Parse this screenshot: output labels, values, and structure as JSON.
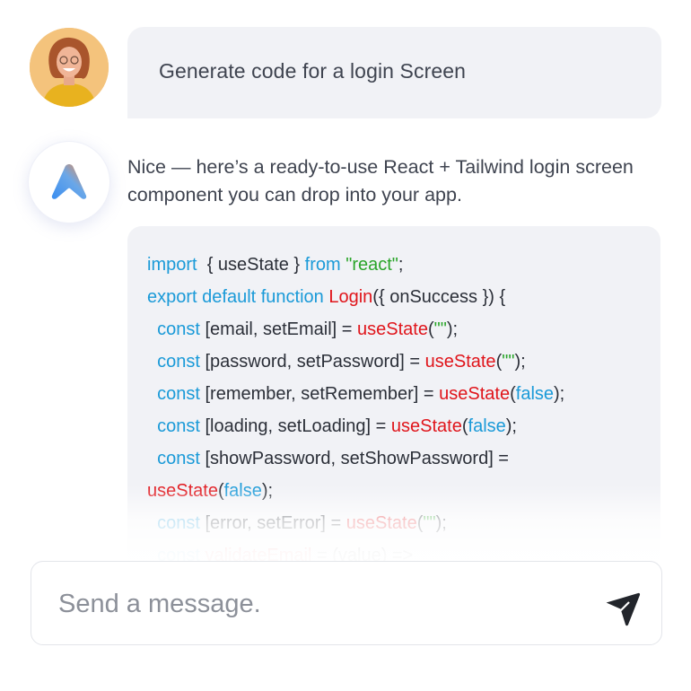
{
  "user": {
    "avatar_icon": "user-avatar-photo",
    "message": "Generate code for a login Screen"
  },
  "assistant": {
    "logo_icon": "assistant-a-logo",
    "intro": "Nice — here’s a ready-to-use React + Tailwind login screen component you can drop into your app.",
    "code_lines": [
      [
        {
          "t": "import",
          "c": "kw"
        },
        {
          "t": "  { useState } ",
          "c": ""
        },
        {
          "t": "from",
          "c": "kw"
        },
        {
          "t": " ",
          "c": ""
        },
        {
          "t": "\"react\"",
          "c": "str"
        },
        {
          "t": ";",
          "c": ""
        }
      ],
      [
        {
          "t": "export default function ",
          "c": "kw"
        },
        {
          "t": "Login",
          "c": "fn"
        },
        {
          "t": "({ onSuccess }) {",
          "c": ""
        }
      ],
      [
        {
          "t": "  ",
          "c": ""
        },
        {
          "t": "const",
          "c": "kw"
        },
        {
          "t": " [email, setEmail] = ",
          "c": ""
        },
        {
          "t": "useState",
          "c": "fn"
        },
        {
          "t": "(",
          "c": ""
        },
        {
          "t": "\"\"",
          "c": "str"
        },
        {
          "t": ");",
          "c": ""
        }
      ],
      [
        {
          "t": "  ",
          "c": ""
        },
        {
          "t": "const",
          "c": "kw"
        },
        {
          "t": " [password, setPassword] = ",
          "c": ""
        },
        {
          "t": "useState",
          "c": "fn"
        },
        {
          "t": "(",
          "c": ""
        },
        {
          "t": "\"\"",
          "c": "str"
        },
        {
          "t": ");",
          "c": ""
        }
      ],
      [
        {
          "t": "  ",
          "c": ""
        },
        {
          "t": "const",
          "c": "kw"
        },
        {
          "t": " [remember, setRemember] = ",
          "c": ""
        },
        {
          "t": "useState",
          "c": "fn"
        },
        {
          "t": "(",
          "c": ""
        },
        {
          "t": "false",
          "c": "kw"
        },
        {
          "t": ");",
          "c": ""
        }
      ],
      [
        {
          "t": "  ",
          "c": ""
        },
        {
          "t": "const",
          "c": "kw"
        },
        {
          "t": " [loading, setLoading] = ",
          "c": ""
        },
        {
          "t": "useState",
          "c": "fn"
        },
        {
          "t": "(",
          "c": ""
        },
        {
          "t": "false",
          "c": "kw"
        },
        {
          "t": ");",
          "c": ""
        }
      ],
      [
        {
          "t": "  ",
          "c": ""
        },
        {
          "t": "const",
          "c": "kw"
        },
        {
          "t": " [showPassword, setShowPassword] =",
          "c": ""
        }
      ],
      [
        {
          "t": "useState",
          "c": "fn"
        },
        {
          "t": "(",
          "c": ""
        },
        {
          "t": "false",
          "c": "kw"
        },
        {
          "t": ");",
          "c": ""
        }
      ],
      [
        {
          "t": "  ",
          "c": ""
        },
        {
          "t": "const",
          "c": "kw"
        },
        {
          "t": " [error, setError] = ",
          "c": ""
        },
        {
          "t": "useState",
          "c": "fn"
        },
        {
          "t": "(",
          "c": ""
        },
        {
          "t": "\"\"",
          "c": "str"
        },
        {
          "t": ");",
          "c": ""
        }
      ],
      [
        {
          "t": "  ",
          "c": ""
        },
        {
          "t": "const",
          "c": "kw"
        },
        {
          "t": " ",
          "c": ""
        },
        {
          "t": "validateEmail",
          "c": "fn"
        },
        {
          "t": " = (value) =>",
          "c": ""
        }
      ]
    ]
  },
  "composer": {
    "placeholder": "Send a message.",
    "send_icon": "send-icon"
  },
  "colors": {
    "keyword": "#1a9ad8",
    "function": "#e0151b",
    "string": "#2aa52a",
    "bubble_bg": "#f1f2f6"
  }
}
